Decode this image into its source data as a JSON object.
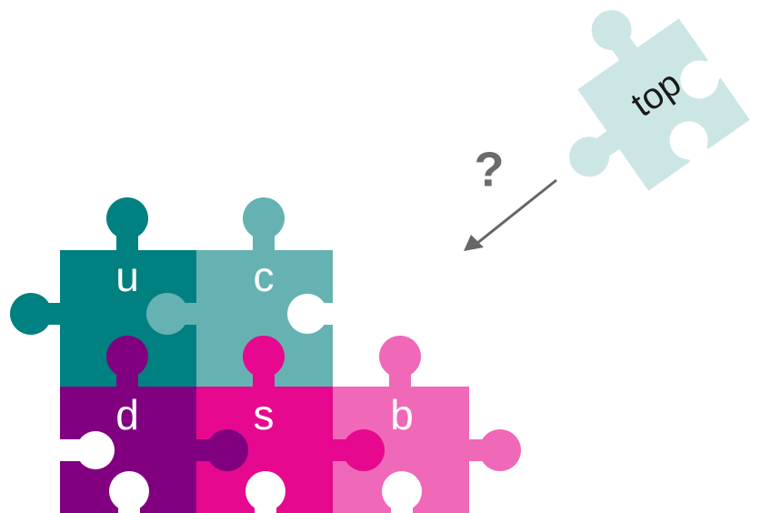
{
  "pieces": {
    "u": {
      "label": "u",
      "color": "#008080"
    },
    "c": {
      "label": "c",
      "color": "#66b2b2"
    },
    "d": {
      "label": "d",
      "color": "#800080"
    },
    "s": {
      "label": "s",
      "color": "#e6088f"
    },
    "b": {
      "label": "b",
      "color": "#f068b8"
    },
    "top": {
      "label": "top",
      "color": "#cce6e6"
    }
  },
  "question_mark": "?",
  "arrow_color": "#666666"
}
